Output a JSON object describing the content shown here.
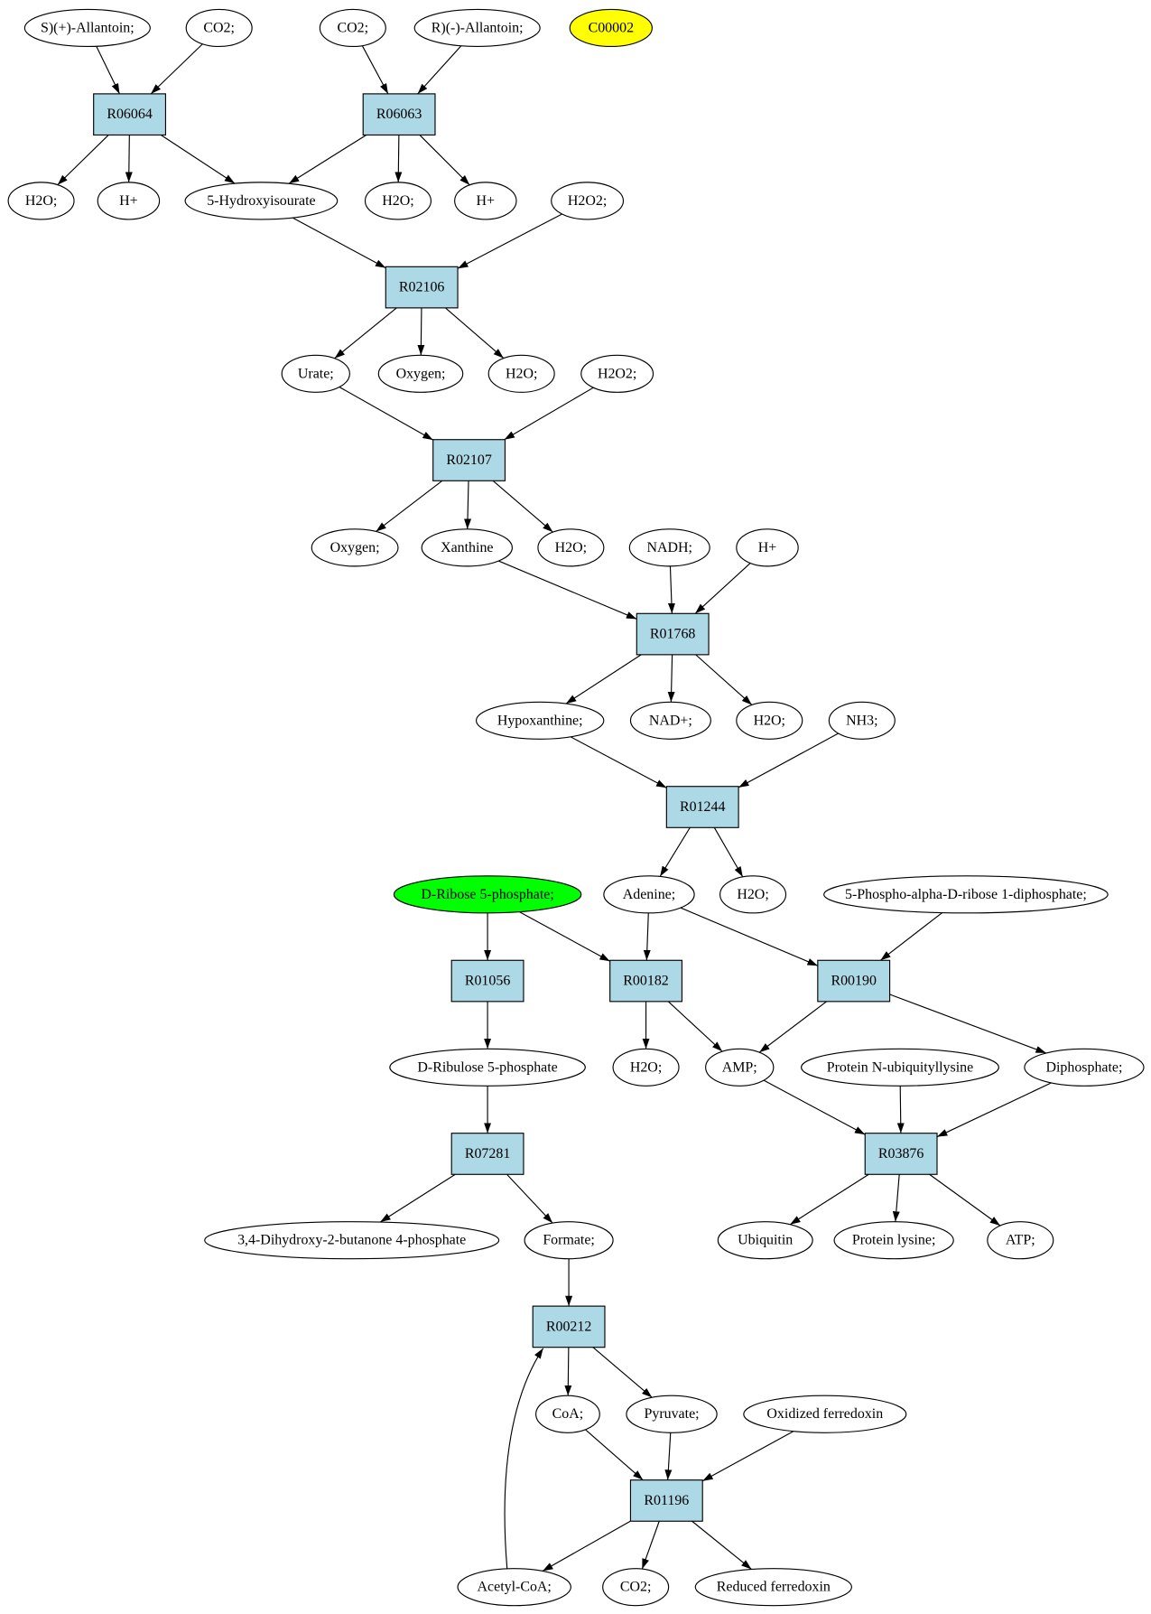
{
  "colors": {
    "background": "#ffffff",
    "reaction_fill": "#add8e6",
    "compound_fill": "#ffffff",
    "stroke": "#000000"
  },
  "reactions": {
    "R06064": {
      "label": "R06064"
    },
    "R06063": {
      "label": "R06063"
    },
    "R02106": {
      "label": "R02106"
    },
    "R02107": {
      "label": "R02107"
    },
    "R01768": {
      "label": "R01768"
    },
    "R01244": {
      "label": "R01244"
    },
    "R01056": {
      "label": "R01056"
    },
    "R00182": {
      "label": "R00182"
    },
    "R00190": {
      "label": "R00190"
    },
    "R07281": {
      "label": "R07281"
    },
    "R03876": {
      "label": "R03876"
    },
    "R00212": {
      "label": "R00212"
    },
    "R01196": {
      "label": "R01196"
    }
  },
  "compounds": {
    "c1": {
      "label": "S)(+)-Allantoin;"
    },
    "c2": {
      "label": "CO2;"
    },
    "c3": {
      "label": "CO2;"
    },
    "c4": {
      "label": "R)(-)-Allantoin;"
    },
    "c5": {
      "label": "C00002",
      "fill": "#ffff00"
    },
    "c6": {
      "label": "H2O;"
    },
    "c7": {
      "label": "H+"
    },
    "c8": {
      "label": "5-Hydroxyisourate"
    },
    "c9": {
      "label": "H2O;"
    },
    "c10": {
      "label": "H+"
    },
    "c11": {
      "label": "H2O2;"
    },
    "c12": {
      "label": "Urate;"
    },
    "c13": {
      "label": "Oxygen;"
    },
    "c14": {
      "label": "H2O;"
    },
    "c15": {
      "label": "H2O2;"
    },
    "c16": {
      "label": "Oxygen;"
    },
    "c17": {
      "label": "Xanthine"
    },
    "c18": {
      "label": "H2O;"
    },
    "c19": {
      "label": "NADH;"
    },
    "c20": {
      "label": "H+"
    },
    "c21": {
      "label": "Hypoxanthine;"
    },
    "c22": {
      "label": "NAD+;"
    },
    "c23": {
      "label": "H2O;"
    },
    "c24": {
      "label": "NH3;"
    },
    "c25": {
      "label": "D-Ribose 5-phosphate;",
      "fill": "#00ff00"
    },
    "c26": {
      "label": "Adenine;"
    },
    "c27": {
      "label": "H2O;"
    },
    "c28": {
      "label": "5-Phospho-alpha-D-ribose 1-diphosphate;"
    },
    "c29": {
      "label": "D-Ribulose 5-phosphate"
    },
    "c30": {
      "label": "H2O;"
    },
    "c31": {
      "label": "AMP;"
    },
    "c32": {
      "label": "Protein N-ubiquityllysine"
    },
    "c33": {
      "label": "Diphosphate;"
    },
    "c34": {
      "label": "3,4-Dihydroxy-2-butanone 4-phosphate"
    },
    "c35": {
      "label": "Formate;"
    },
    "c36": {
      "label": "Ubiquitin"
    },
    "c37": {
      "label": "Protein lysine;"
    },
    "c38": {
      "label": "ATP;"
    },
    "c39": {
      "label": "CoA;"
    },
    "c40": {
      "label": "Pyruvate;"
    },
    "c41": {
      "label": "Oxidized ferredoxin"
    },
    "c42": {
      "label": "Acetyl-CoA;"
    },
    "c43": {
      "label": "CO2;"
    },
    "c44": {
      "label": "Reduced ferredoxin"
    }
  }
}
